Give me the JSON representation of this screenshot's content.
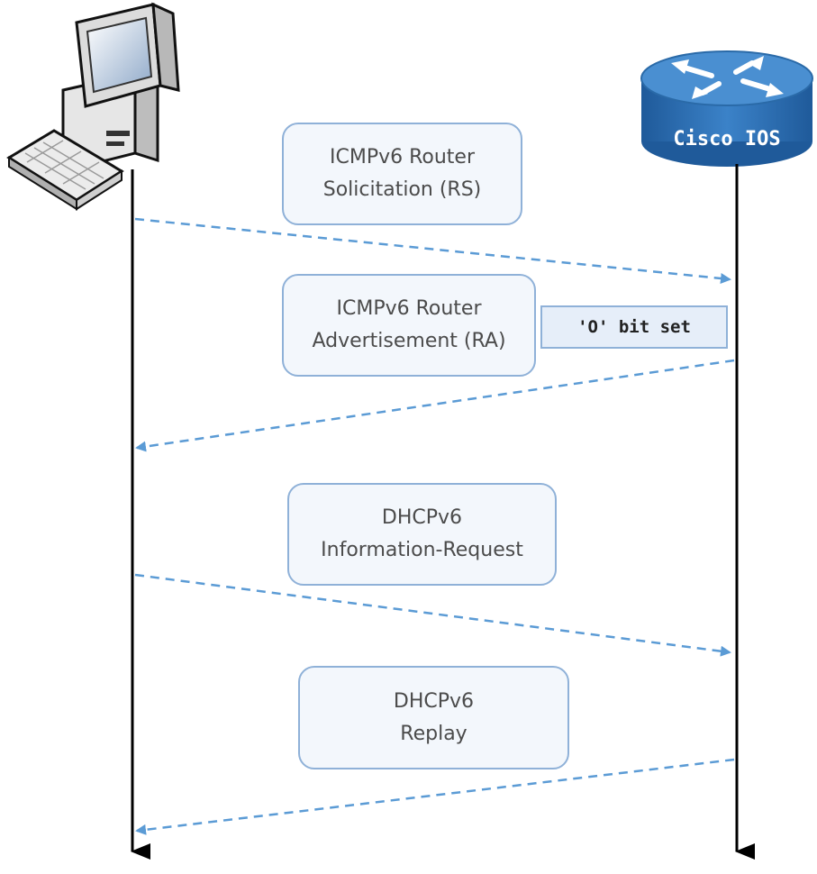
{
  "endpoints": {
    "host": {
      "icon": "desktop-computer-icon"
    },
    "router": {
      "icon": "router-icon",
      "label": "Cisco IOS",
      "color": "#2f6fb3"
    }
  },
  "messages": [
    {
      "line1": "ICMPv6 Router",
      "line2": "Solicitation (RS)",
      "direction": "host-to-router"
    },
    {
      "line1": "ICMPv6 Router",
      "line2": "Advertisement (RA)",
      "direction": "router-to-host",
      "flag": "'O' bit set"
    },
    {
      "line1": "DHCPv6",
      "line2": "Information-Request",
      "direction": "host-to-router"
    },
    {
      "line1": "DHCPv6",
      "line2": "Replay",
      "direction": "router-to-host"
    }
  ],
  "colors": {
    "arrow": "#5b9bd5",
    "box_border": "#8fb1d8",
    "box_fill": "#f3f7fc",
    "lifeline": "#000000"
  }
}
